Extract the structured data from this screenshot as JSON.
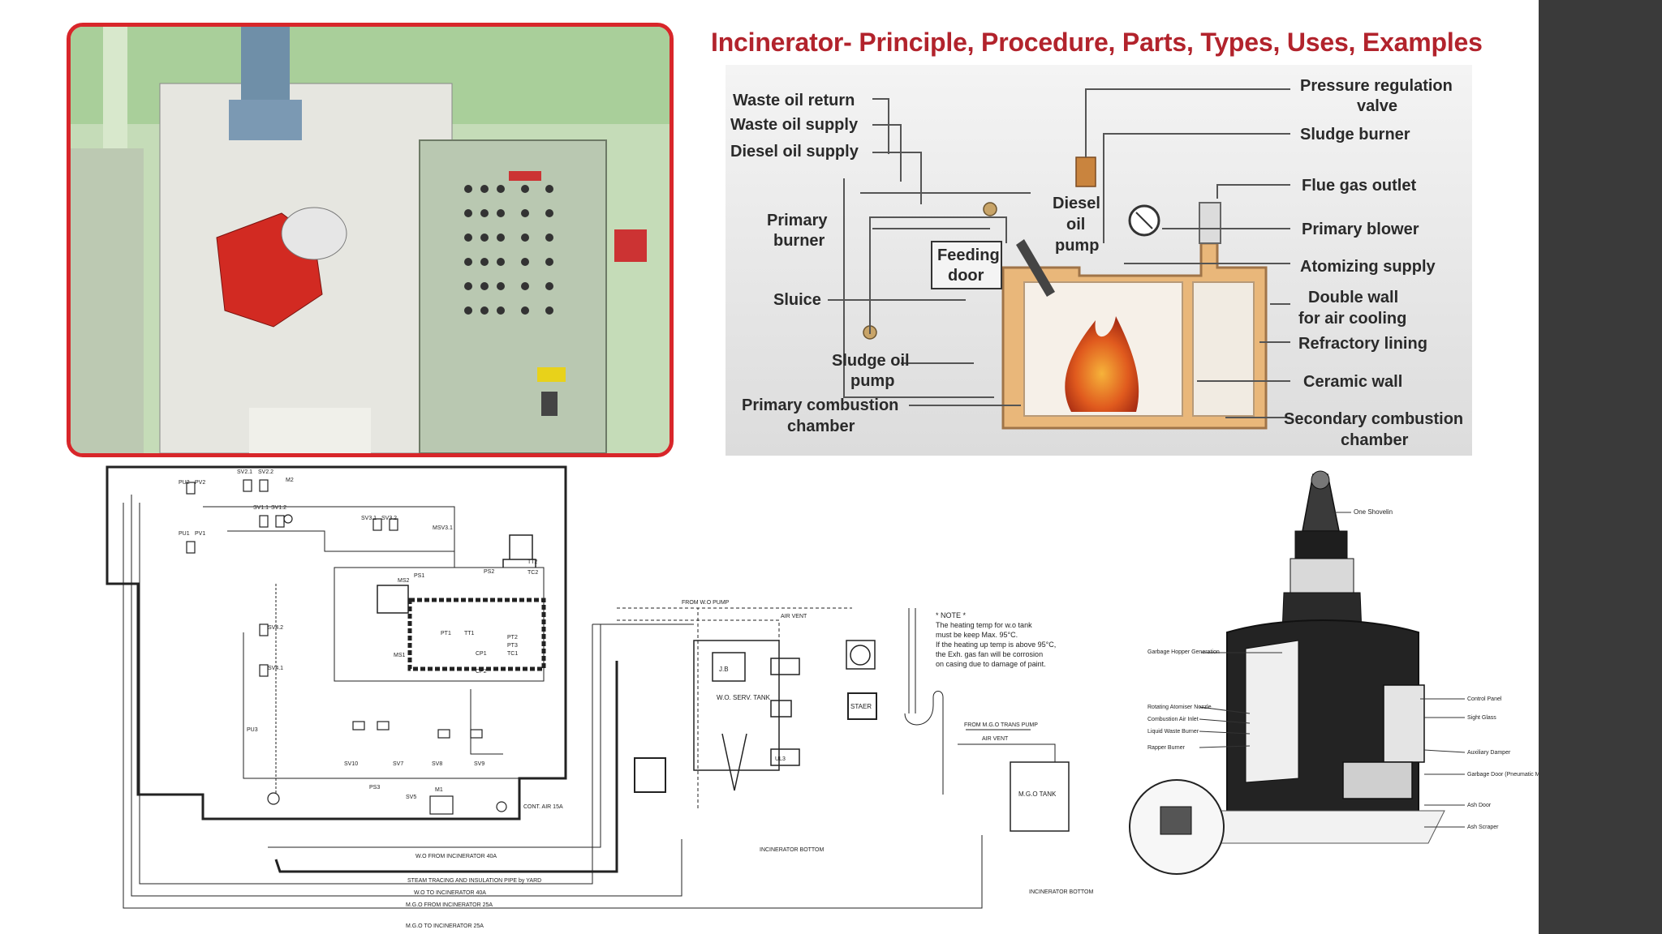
{
  "title": "Incinerator- Principle, Procedure, Parts, Types, Uses, Examples",
  "colors": {
    "accent_red": "#b2232c",
    "frame_red": "#d8262a",
    "side_panel": "#3a3a3a"
  },
  "labels": {
    "waste_oil_return": "Waste oil return",
    "waste_oil_supply": "Waste oil supply",
    "diesel_oil_supply": "Diesel oil supply",
    "primary_burner_1": "Primary",
    "primary_burner_2": "burner",
    "feeding_door_1": "Feeding",
    "feeding_door_2": "door",
    "diesel_oil_pump_1": "Diesel",
    "diesel_oil_pump_2": "oil",
    "diesel_oil_pump_3": "pump",
    "sluice": "Sluice",
    "sludge_oil_pump_1": "Sludge oil",
    "sludge_oil_pump_2": "pump",
    "primary_combustion_1": "Primary combustion",
    "primary_combustion_2": "chamber",
    "pressure_valve_1": "Pressure regulation",
    "pressure_valve_2": "valve",
    "sludge_burner": "Sludge burner",
    "flue_gas_outlet": "Flue gas outlet",
    "primary_blower": "Primary blower",
    "atomizing_supply": "Atomizing supply",
    "double_wall_1": "Double wall",
    "double_wall_2": "for air cooling",
    "refractory_lining": "Refractory lining",
    "ceramic_wall": "Ceramic wall",
    "secondary_combustion_1": "Secondary combustion",
    "secondary_combustion_2": "chamber"
  },
  "schematic": {
    "note_title": "* NOTE *",
    "note_lines": [
      "The heating temp for w.o tank",
      "must be keep Max. 95°C.",
      "If the heating up temp is above 95°C,",
      "the Exh. gas fan will be corrosion",
      "on casing due to damage of paint."
    ],
    "tags": [
      "PU2",
      "PV2",
      "SV2.1",
      "SV2.2",
      "M2",
      "PU1",
      "PV1",
      "SV1.1",
      "SV1.2",
      "SV3.1",
      "SV3.2",
      "MSV3.1",
      "PS2",
      "PS1",
      "MS2",
      "MS1",
      "PT1",
      "TT1",
      "TT2",
      "PT2",
      "PT3",
      "TC1",
      "TC2",
      "SV4.2",
      "SV4.1",
      "PU3",
      "SV5",
      "SV7",
      "SV8",
      "SV9",
      "SV10",
      "PS3",
      "M1",
      "CP1",
      "CP2",
      "UL3"
    ],
    "tank_labels": [
      "J.B",
      "W.O. SERV. TANK",
      "M.G.O TANK",
      "STAER"
    ],
    "pipe_labels": [
      "FROM W.O PUMP",
      "AIR VENT",
      "FROM M.G.O TRANS PUMP",
      "AIR VENT",
      "CONT. AIR 15A",
      "W.O FROM INCINERATOR 40A",
      "STEAM TRACING AND INSULATION PIPE by YARD",
      "W.O TO INCINERATOR 40A",
      "M.G.O FROM INCINERATOR 25A",
      "M.G.O TO INCINERATOR 25A",
      "INCINERATOR BOTTOM",
      "INCINERATOR BOTTOM"
    ]
  },
  "cutaway_labels": [
    "One Shovelin",
    "Garbage Hopper Generation",
    "Rotating Atomiser Nozzle",
    "Combustion Air Inlet",
    "Liquid Waste Burner",
    "Rapper Burner",
    "Control Panel",
    "Sight Glass",
    "Auxiliary Damper",
    "Garbage Door (Pneumatic Material)",
    "Ash Door",
    "Ash Scraper"
  ]
}
